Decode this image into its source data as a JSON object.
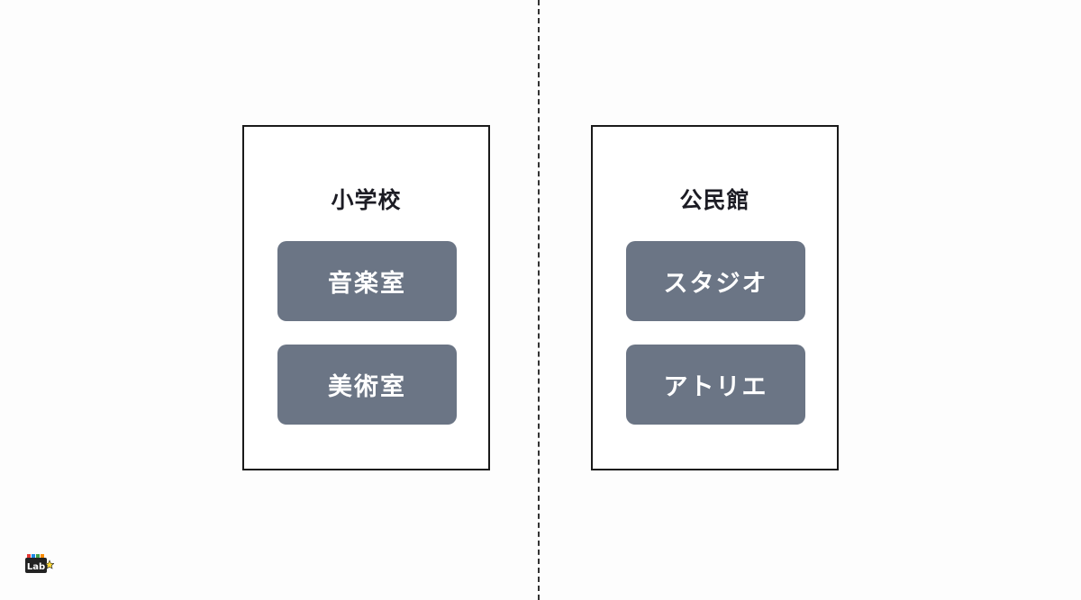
{
  "left_panel": {
    "title": "小学校",
    "rooms": [
      {
        "label": "音楽室"
      },
      {
        "label": "美術室"
      }
    ]
  },
  "right_panel": {
    "title": "公民館",
    "rooms": [
      {
        "label": "スタジオ"
      },
      {
        "label": "アトリエ"
      }
    ]
  },
  "logo": {
    "text": "Lab",
    "icon": "star-icon"
  },
  "colors": {
    "room_fill": "#6b7585",
    "border": "#1a1a1a",
    "divider": "#333333"
  }
}
